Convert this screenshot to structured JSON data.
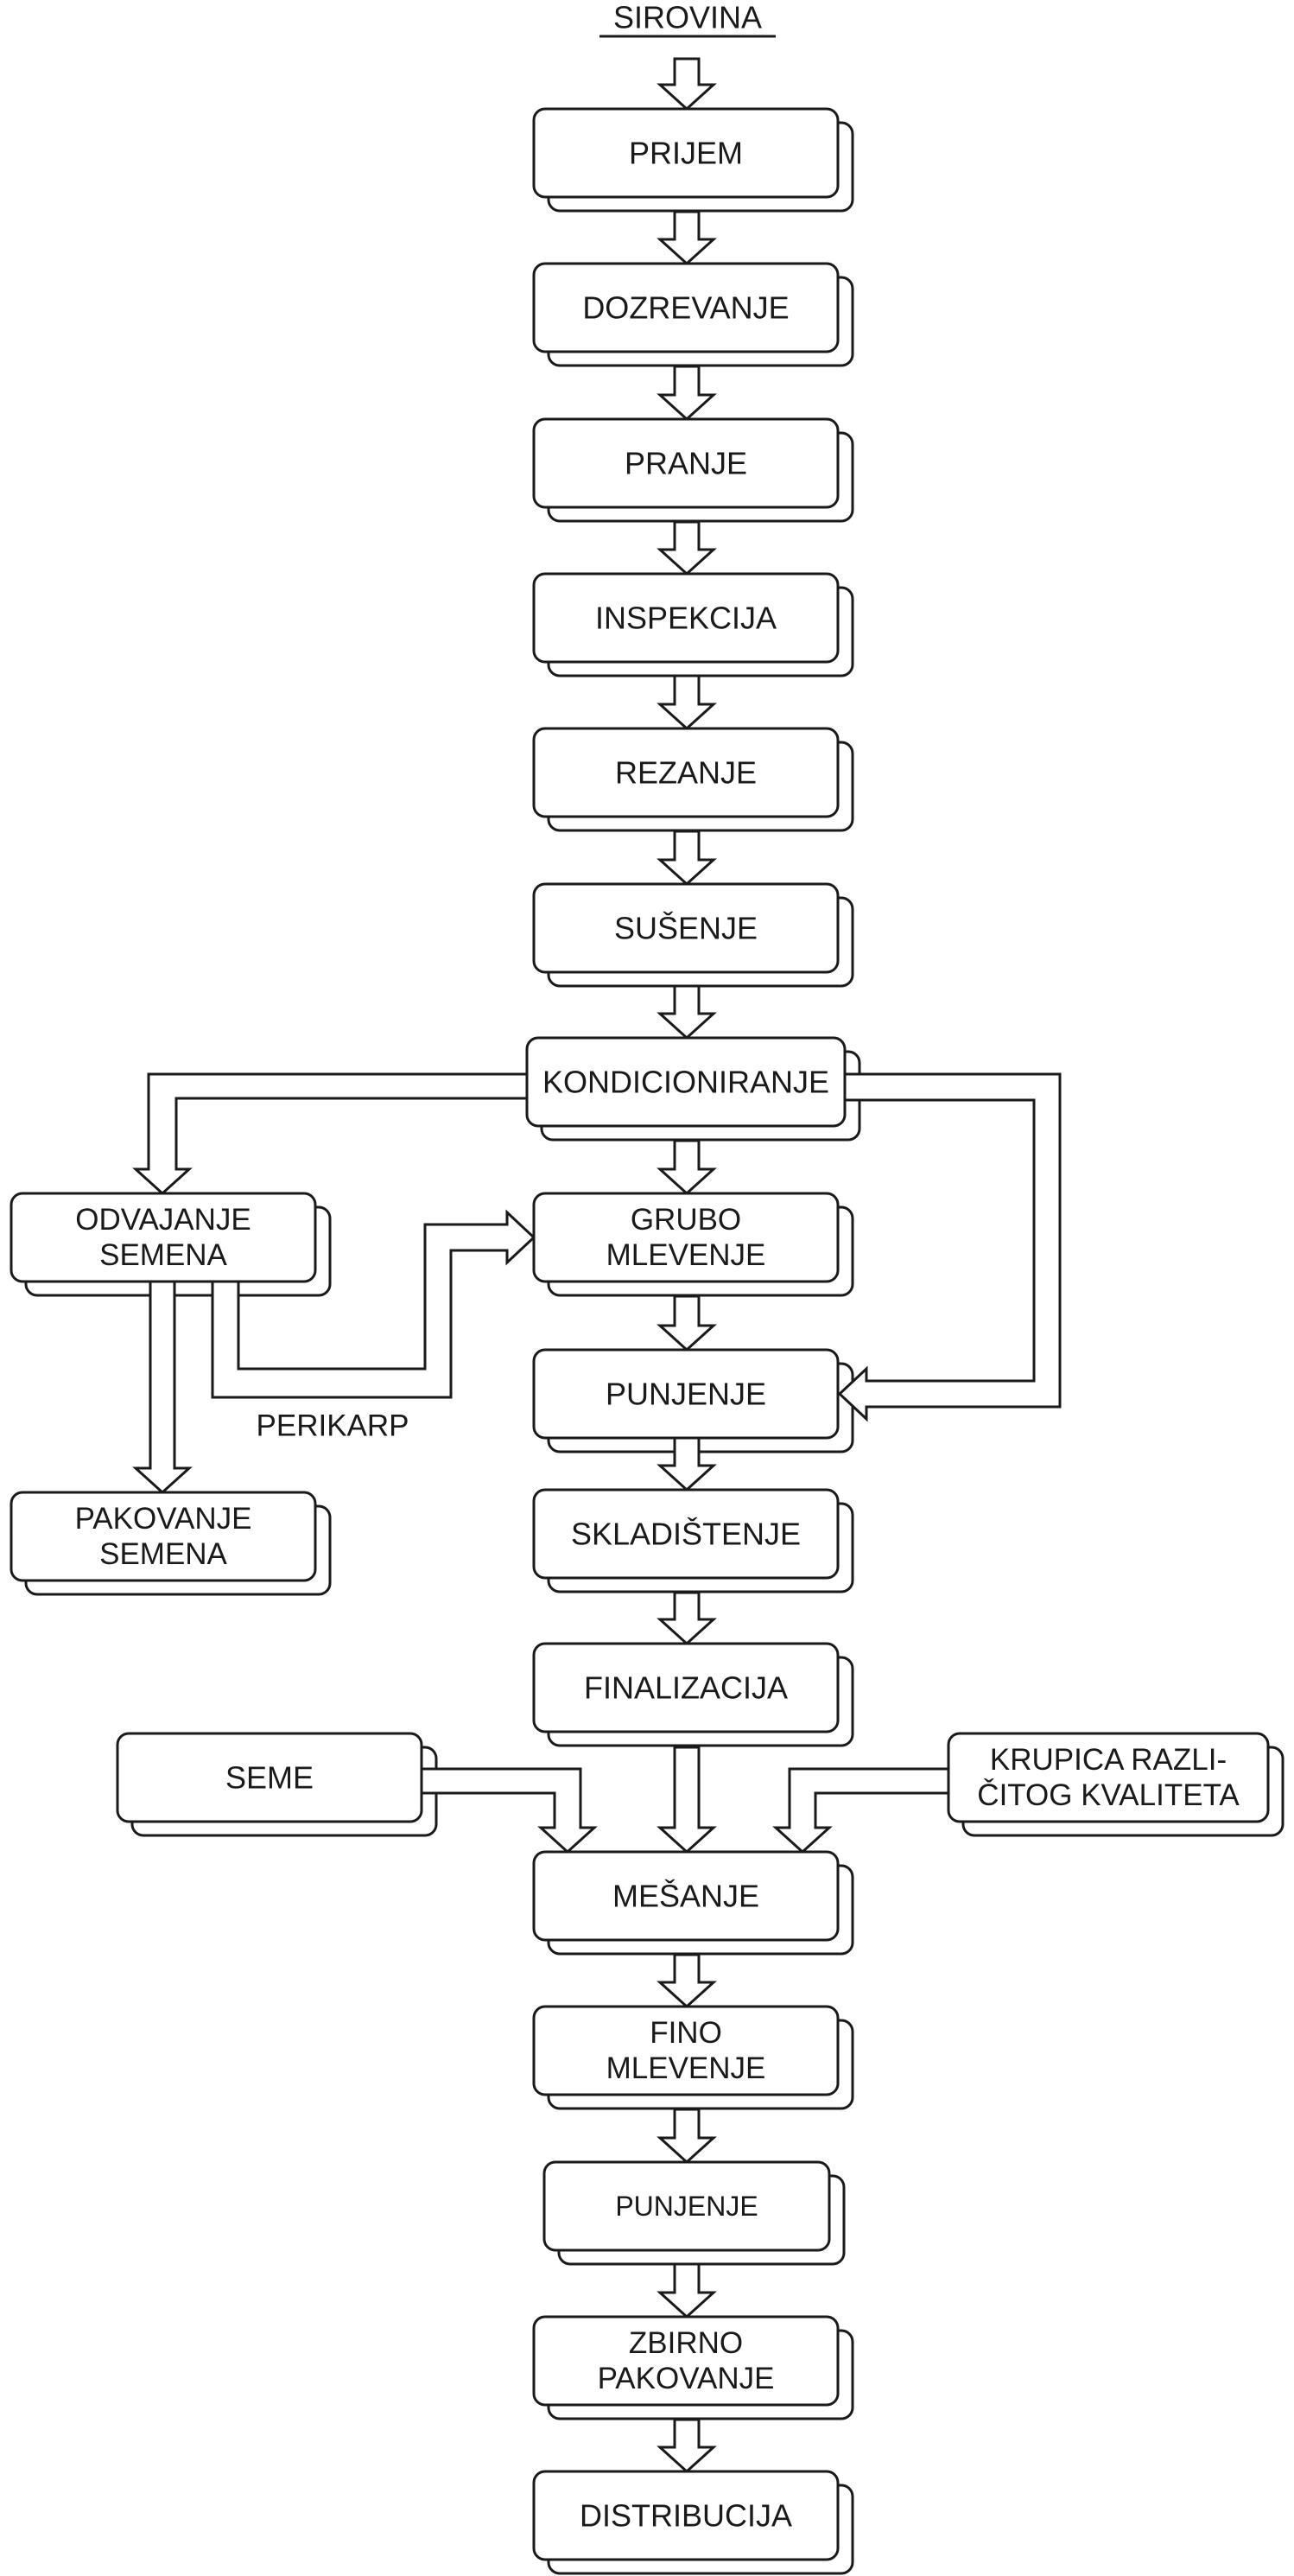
{
  "header": {
    "title": "SIROVINA"
  },
  "nodes": {
    "prijem": {
      "lines": [
        "PRIJEM"
      ]
    },
    "dozrevanje": {
      "lines": [
        "DOZREVANJE"
      ]
    },
    "pranje": {
      "lines": [
        "PRANJE"
      ]
    },
    "inspekcija": {
      "lines": [
        "INSPEKCIJA"
      ]
    },
    "rezanje": {
      "lines": [
        "REZANJE"
      ]
    },
    "susenje": {
      "lines": [
        "SUŠENJE"
      ]
    },
    "kondicioniranje": {
      "lines": [
        "KONDICIONIRANJE"
      ]
    },
    "odvajanje": {
      "lines": [
        "ODVAJANJE",
        "SEMENA"
      ]
    },
    "grubo": {
      "lines": [
        "GRUBO",
        "MLEVENJE"
      ]
    },
    "punjenje1": {
      "lines": [
        "PUNJENJE"
      ]
    },
    "pakovanje_semena": {
      "lines": [
        "PAKOVANJE",
        "SEMENA"
      ]
    },
    "skladistenje": {
      "lines": [
        "SKLADIŠTENJE"
      ]
    },
    "finalizacija": {
      "lines": [
        "FINALIZACIJA"
      ]
    },
    "seme": {
      "lines": [
        "SEME"
      ]
    },
    "krupica": {
      "lines": [
        "KRUPICA RAZLI-",
        "ČITOG KVALITETA"
      ]
    },
    "mesanje": {
      "lines": [
        "MEŠANJE"
      ]
    },
    "fino": {
      "lines": [
        "FINO",
        "MLEVENJE"
      ]
    },
    "punjenje2": {
      "lines": [
        "PUNJENJE"
      ]
    },
    "zbirno": {
      "lines": [
        "ZBIRNO",
        "PAKOVANJE"
      ]
    },
    "distribucija": {
      "lines": [
        "DISTRIBUCIJA"
      ]
    }
  },
  "labels": {
    "perikarp": "PERIKARP"
  }
}
